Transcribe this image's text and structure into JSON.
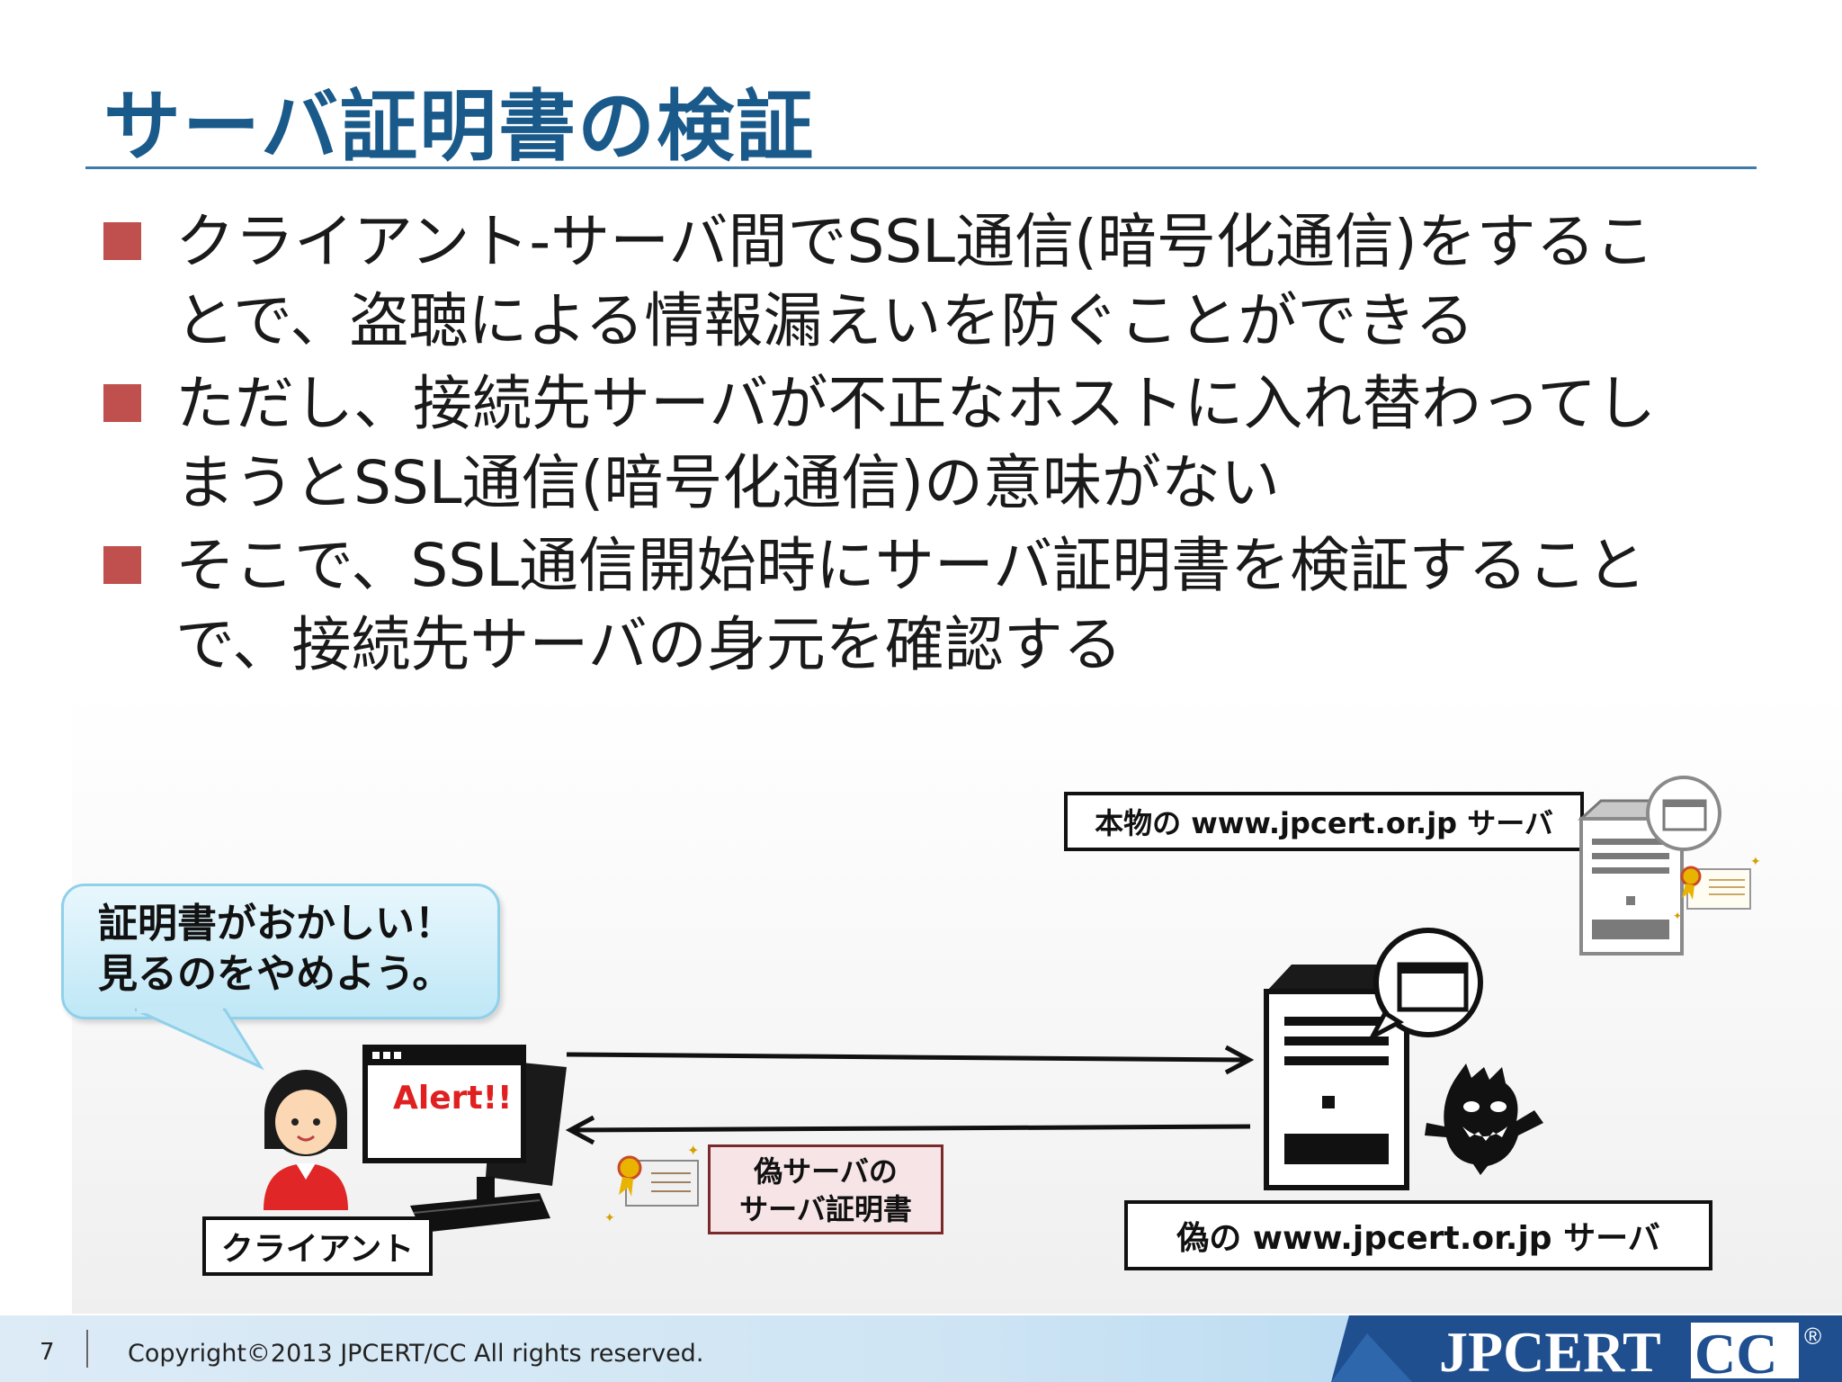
{
  "title": "サーバ証明書の検証",
  "bullets": [
    {
      "line1": "クライアント-サーバ間でSSL通信(暗号化通信)をするこ",
      "line2": "とで、盗聴による情報漏えいを防ぐことができる"
    },
    {
      "line1": "ただし、接続先サーバが不正なホストに入れ替わってし",
      "line2": "まうとSSL通信(暗号化通信)の意味がない"
    },
    {
      "line1": "そこで、SSL通信開始時にサーバ証明書を検証すること",
      "line2": "で、接続先サーバの身元を確認する"
    }
  ],
  "diagram": {
    "real_server_label": "本物の www.jpcert.or.jp サーバ",
    "fake_server_label": "偽の www.jpcert.or.jp サーバ",
    "bubble_line1": "証明書がおかしい！",
    "bubble_line2": "見るのをやめよう。",
    "alert_text": "Alert!!",
    "client_label": "クライアント",
    "fake_cert_line1": "偽サーバの",
    "fake_cert_line2": "サーバ証明書"
  },
  "footer": {
    "page_number": "7",
    "copyright": "Copyright©2013 JPCERT/CC All rights reserved.",
    "logo_text": "JPCERT CC",
    "registered": "®"
  },
  "colors": {
    "title": "#1a5a8a",
    "bullet_mark": "#c0504d",
    "alert": "#e02020"
  }
}
